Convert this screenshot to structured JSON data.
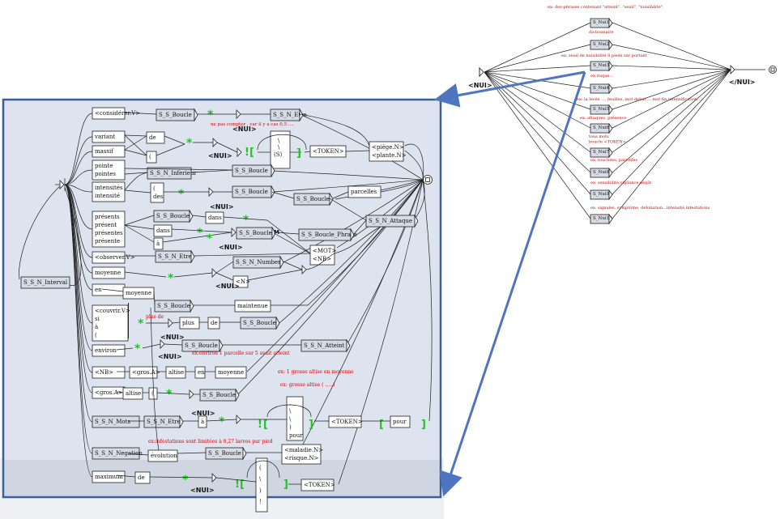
{
  "main_graph": {
    "left_marker": "<NUI>",
    "right_marker": "</NUI>",
    "notes": [
      "ex: des-phrases contenant \"atteint\", \"seuil\", \"nuisibilité\".",
      "dictionnaire",
      "ex: seuil de nuisibilité 8 pieds sur portant",
      "ex:risque...",
      "ex: la levée .... feuilles, mot debut ... mot fin,intensification ....",
      "ex: attaques, présence",
      "tous mots\nboucle <TOKEN>",
      "ex: touchées, parcelles",
      "ex: sensibilité,vigilance,dégât",
      "ex: signales, symptôme, défoliation...intensité,infestations"
    ],
    "boxes": [
      "S_Nui1",
      "S_Nui2",
      "S_Nui3",
      "S_Nui4",
      "S_Nui5",
      "S_Nui6",
      "S_Nui7",
      "S_Nui8",
      "S_Nui9",
      "S_Nui10"
    ]
  },
  "sub_graph": {
    "left_boxes": {
      "interval": "S_S_N_Interval",
      "stack": [
        [
          "<considérer.V>"
        ],
        [
          "variant"
        ],
        [
          "massif"
        ],
        [
          "pointe",
          "pointes"
        ],
        [
          "intensités",
          "intensité"
        ],
        [
          "présents",
          "présent",
          "présentes",
          "présente"
        ],
        [
          "<observer.V>"
        ],
        [
          "moyenne"
        ],
        [
          "en"
        ],
        [
          "<couvrir.V>",
          "si",
          "à",
          "("
        ],
        [
          "environ"
        ],
        [
          "<NB>"
        ],
        [
          "<gros.A>"
        ],
        [
          "S_S_N_Mots"
        ],
        [
          "S_S_N_Negation"
        ],
        [
          "maximum"
        ]
      ]
    },
    "nodes": {
      "s_boucle_top": "S_S_Boucle",
      "s_n_etre_top": "S_S_N_Etre",
      "de1": "de",
      "paren1": "(",
      "nui1": "<NUI>",
      "nui_top": "<NUI>",
      "loop_a": "\\",
      "loop_b": "\\",
      "loop_c": "(S)",
      "token1": "<TOKEN>",
      "piege": [
        "<piège.N>",
        "<plante.N>"
      ],
      "s_n_inf": "S_S_N_Inferieur",
      "s_boucle_2": "S_S_Boucle",
      "paren_des": [
        "(",
        "des"
      ],
      "s_boucle_3": "S_S_Boucle",
      "s_boucle_4": "S_S_Boucle",
      "parcelles": "parcelles",
      "s_boucle_5": "S_S_Boucle",
      "dans1": "dans",
      "nui2": "<NUI>",
      "dans2": "dans",
      "a1": "à",
      "s_boucle_6": "S_S_Boucle",
      "nui3": "<NUI>",
      "s_boucle_phrase": "S_S_Boucle_Phrase",
      "s_n_attaque": "S_S_N_Attaque",
      "mot_nb": [
        "<MOT>",
        "<NB>"
      ],
      "s_n_etre_2": "S_S_N_Etre",
      "s_n_number": "S_S_N_Number",
      "nb2": "<N>",
      "nui4": "<NUI>",
      "moyenne2": "moyenne",
      "s_boucle_7": "S_S_Boucle",
      "maintenue": "maintenue",
      "plus": "plus",
      "de2": "de",
      "s_boucle_8": "S_S_Boucle",
      "nui5": "<NUI>",
      "s_boucle_9": "S_S_Boucle",
      "nui6": "<NUI>",
      "s_n_atteint": "S_S_N_Atteint",
      "gros2": "<gros.A>",
      "altise1": "altise",
      "en2": "en",
      "moyenne3": "moyenne",
      "altise2": "altise",
      "paren2": "(",
      "s_boucle_10": "S_S_Boucle",
      "s_n_etre_3": "S_S_N_Etre",
      "a2": "à",
      "nui7": "<NUI>",
      "loop2": [
        ".",
        "\\",
        "\\",
        ")",
        "pour"
      ],
      "token2": "<TOKEN>",
      "pour": "pour",
      "evolution": "évolution",
      "s_boucle_11": "S_S_Boucle",
      "maladie": [
        "<maladie.N>",
        "<risque.N>"
      ],
      "de3": "de",
      "nui8": "<NUI>",
      "loop3": [
        "(",
        "\\",
        ")",
        "!"
      ],
      "token3": "<TOKEN>"
    },
    "notes": [
      "ne pas compter , car il y a cas 0,5 ....",
      "plus de",
      "ex:environ 1 parcelle sur 5 avait atteint",
      "ex: 1 grosse altise en moyenne",
      "ex: grosse altise ( .....)",
      "ex:infestations sont limitées à 0,27 larves par pied"
    ]
  },
  "colors": {
    "frame": "#3a5f99",
    "panel": "#dde4f0",
    "panel_bottom": "#cfd6e2",
    "arrow": "#4f74c0",
    "note": "#d40000",
    "green": "#22c422"
  }
}
